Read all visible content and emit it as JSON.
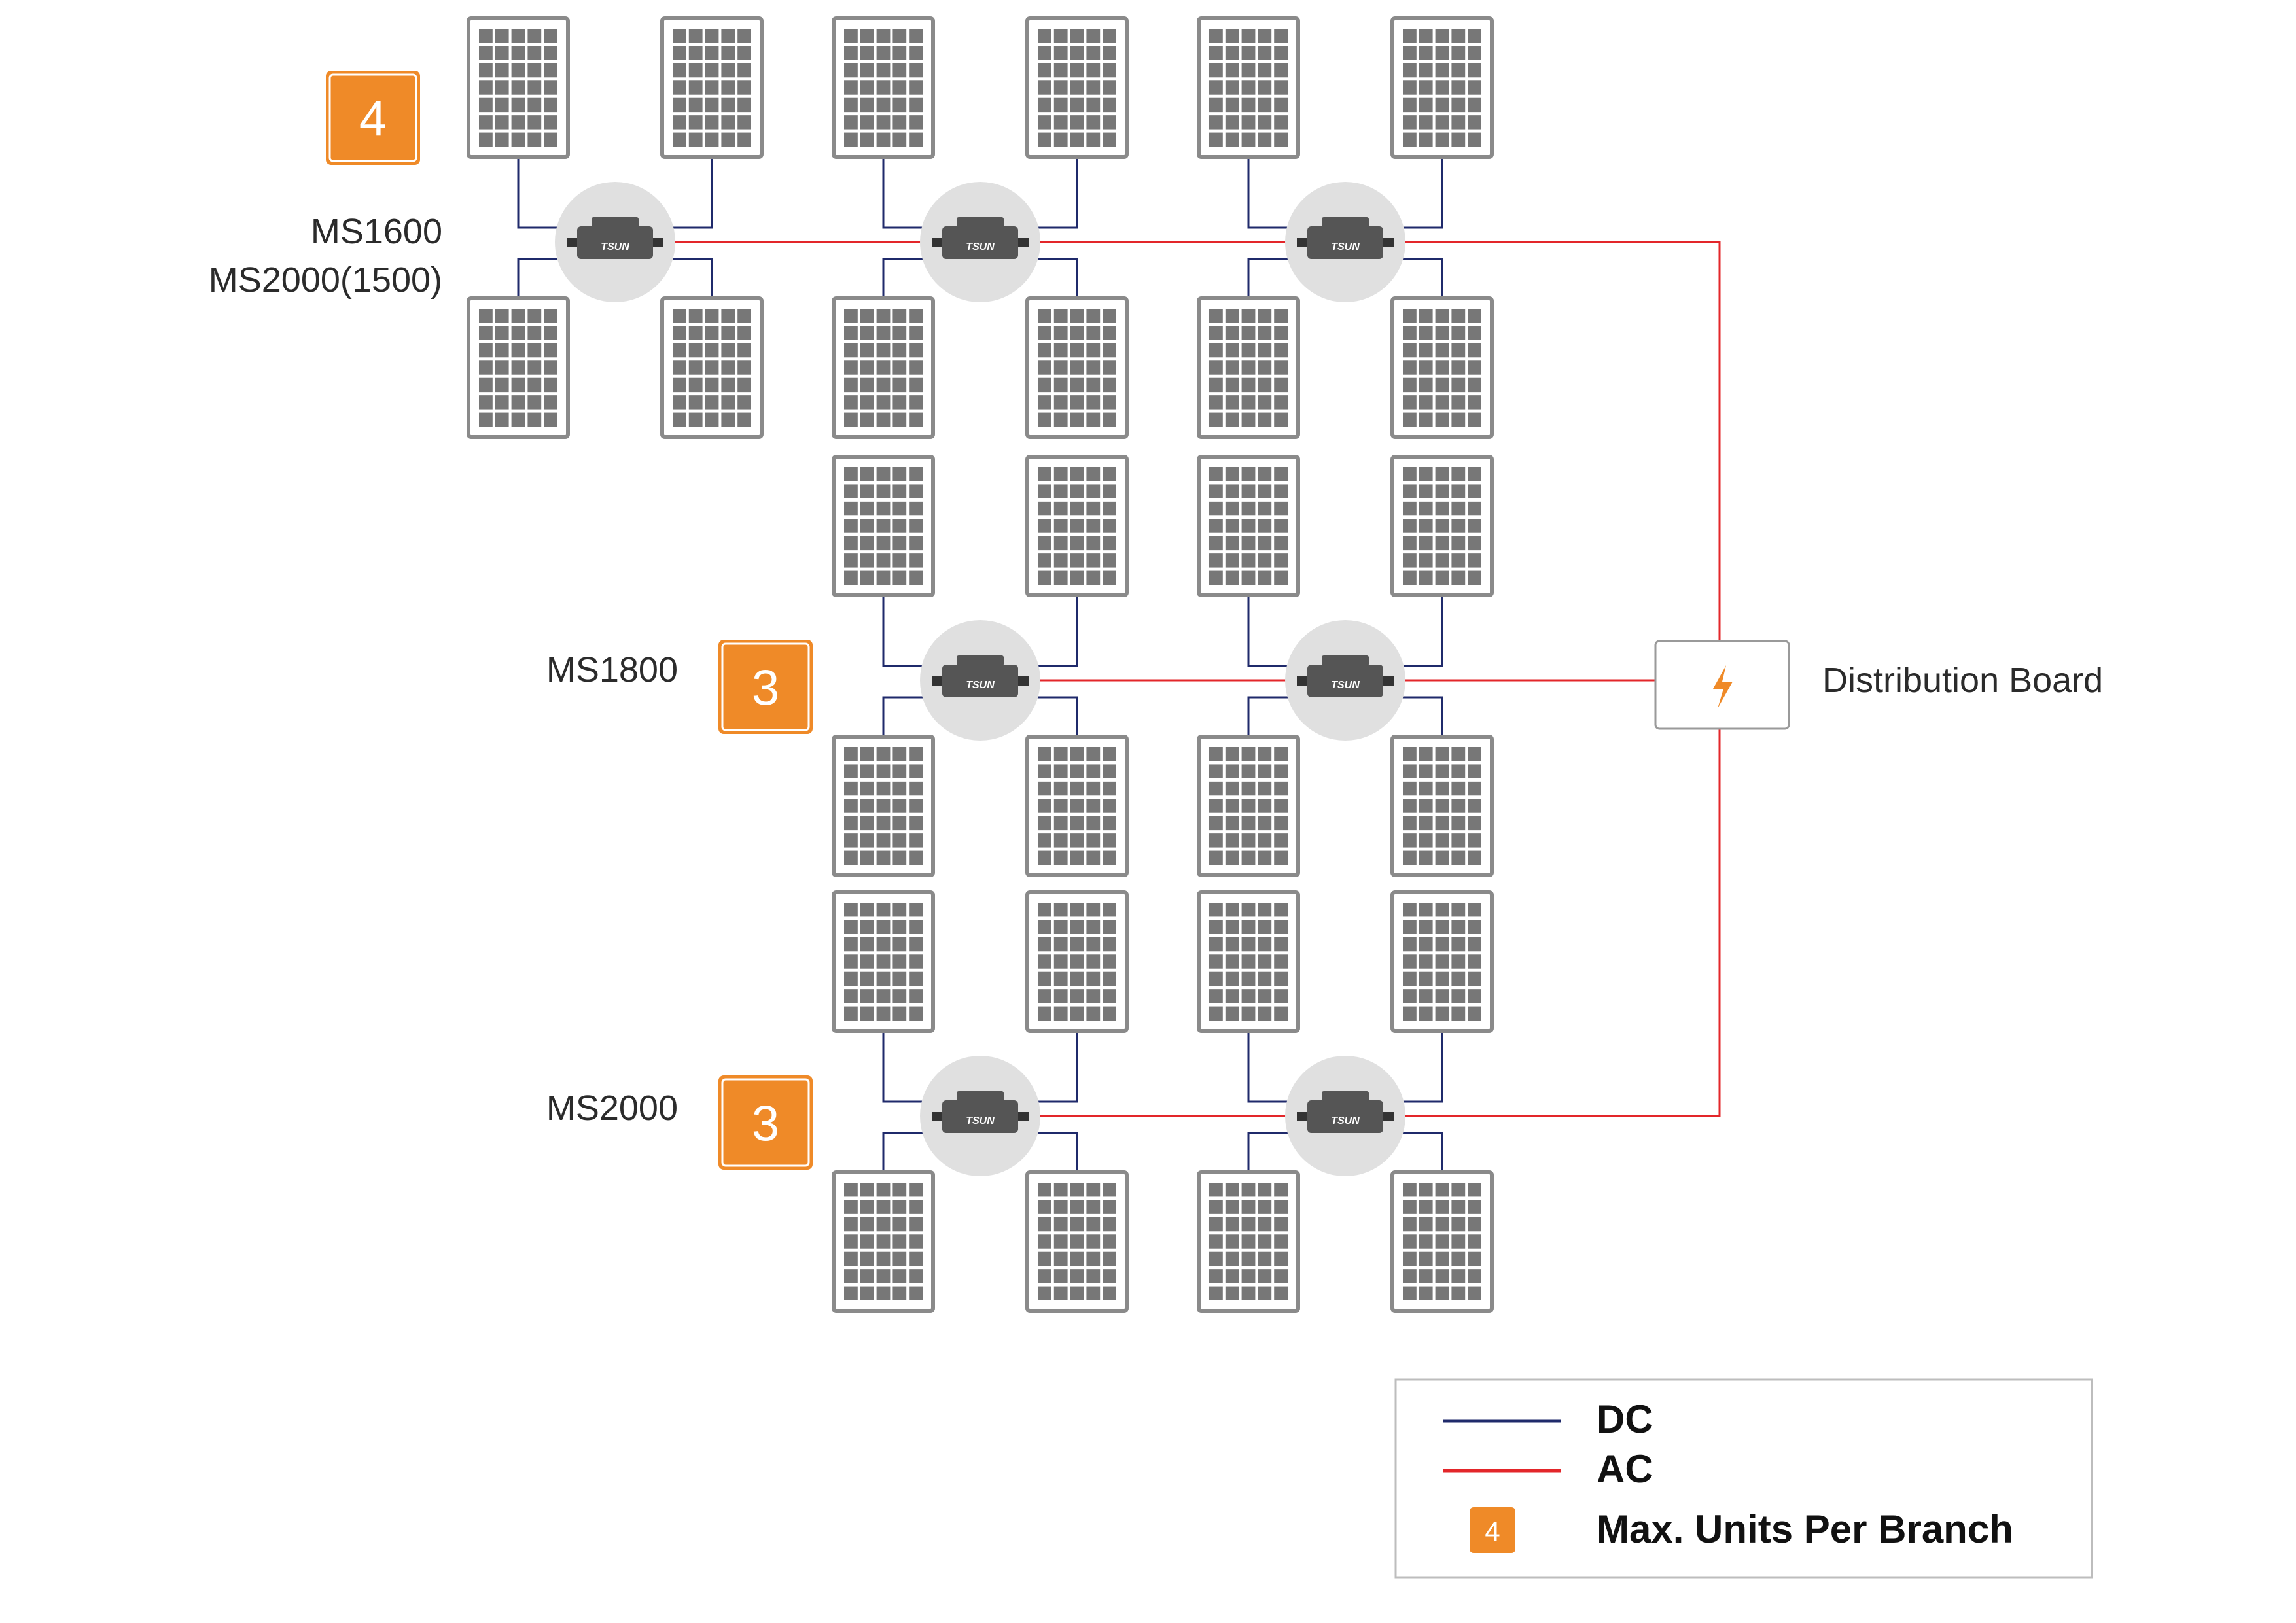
{
  "branches": [
    {
      "model_lines": [
        "MS1600",
        "MS2000(1500)"
      ],
      "max_units": "4",
      "inverter_count": 3
    },
    {
      "model_lines": [
        "MS1800"
      ],
      "max_units": "3",
      "inverter_count": 2
    },
    {
      "model_lines": [
        "MS2000"
      ],
      "max_units": "3",
      "inverter_count": 2
    }
  ],
  "inverter_brand": "TSUN",
  "distribution_board": {
    "label": "Distribution Board",
    "icon": "lightning-bolt-icon"
  },
  "legend": {
    "dc_label": "DC",
    "ac_label": "AC",
    "badge_value": "4",
    "badge_label": "Max. Units Per Branch"
  },
  "colors": {
    "dc": "#1f2a6b",
    "ac": "#e3262a",
    "badge": "#ef8a28",
    "panel_cell": "#777777",
    "panel_frame": "#8a8a8a",
    "inverter_halo": "#e0e0e0",
    "inverter_body": "#555555",
    "bolt": "#ef8a28"
  }
}
